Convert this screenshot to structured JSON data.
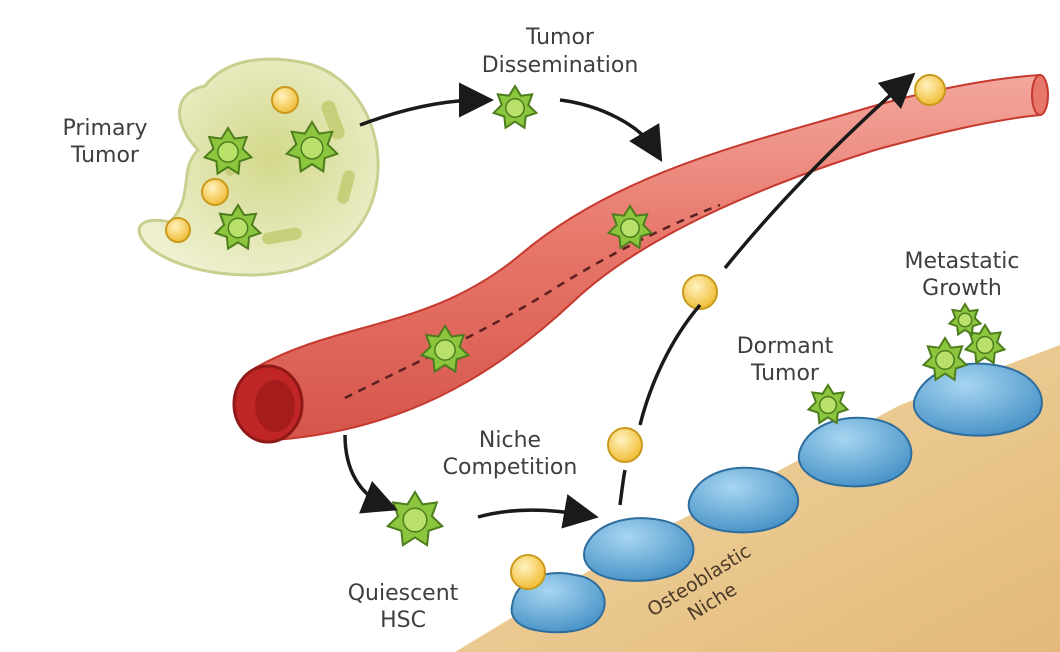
{
  "labels": {
    "primary_tumor": [
      "Primary",
      "Tumor"
    ],
    "tumor_dissemination": [
      "Tumor",
      "Dissemination"
    ],
    "metastatic_growth": [
      "Metastatic",
      "Growth"
    ],
    "dormant_tumor": [
      "Dormant",
      "Tumor"
    ],
    "niche_competition": [
      "Niche",
      "Competition"
    ],
    "quiescent_hsc": [
      "Quiescent",
      "HSC"
    ],
    "osteoblastic_niche": [
      "Osteoblastic",
      "Niche"
    ]
  },
  "colors": {
    "primary_tumor_fill": "#e2e6b0",
    "tumor_cell": "#8cc63f",
    "tumor_cell_dark": "#4d7d1c",
    "hsc_cell": "#f2c84b",
    "vessel": "#e8776b",
    "vessel_dark": "#c5392f",
    "osteoblast": "#5aa7d6",
    "bone": "#e8c58a",
    "arrow": "#1a1a1a"
  },
  "icons": [
    "primary-tumor-icon",
    "tumor-cell-icon",
    "hsc-cell-icon",
    "blood-vessel-icon",
    "osteoblast-icon",
    "bone-surface-icon"
  ]
}
